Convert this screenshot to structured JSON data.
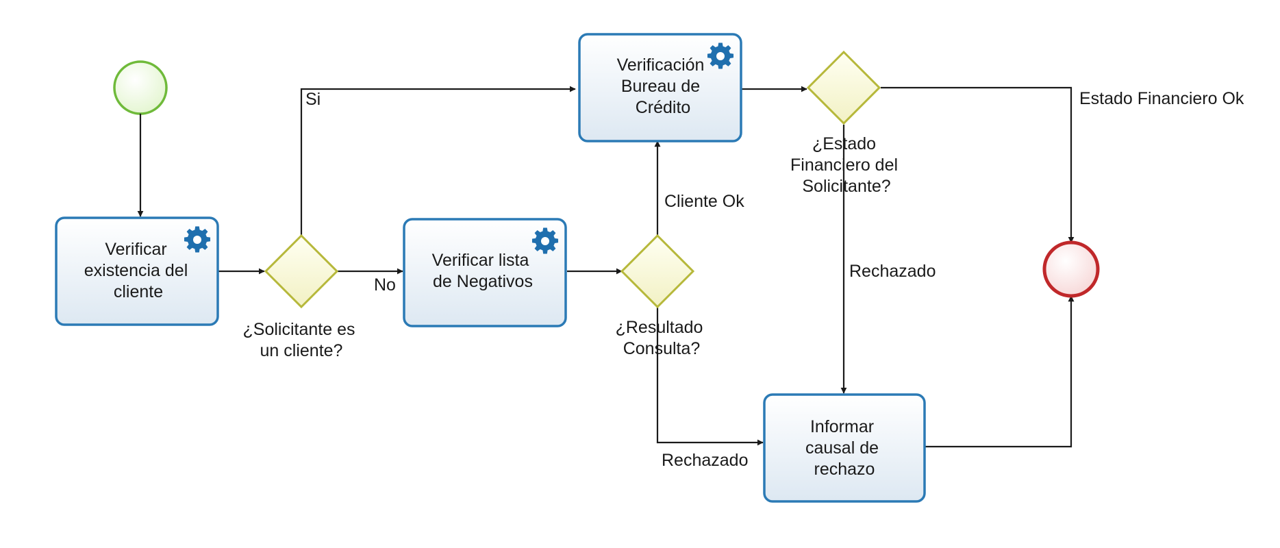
{
  "diagram": {
    "events": {
      "start": "start-event",
      "end": "end-event"
    },
    "tasks": {
      "verificar_cliente": [
        "Verificar",
        "existencia del",
        "cliente"
      ],
      "verificar_negativos": [
        "Verificar  lista",
        "de Negativos"
      ],
      "verificacion_bureau": [
        "Verificación",
        "Bureau de",
        "Crédito"
      ],
      "informar_rechazo": [
        "Informar",
        "causal de",
        "rechazo"
      ]
    },
    "gateways": {
      "solicitante": [
        "¿Solicitante es",
        "un cliente?"
      ],
      "resultado": [
        "¿Resultado",
        "Consulta?"
      ],
      "estado": [
        "¿Estado",
        "Financiero del",
        "Solicitante?"
      ]
    },
    "flows": {
      "si": "Si",
      "no": "No",
      "cliente_ok": "Cliente Ok",
      "rechazado_consulta": "Rechazado",
      "rechazado_estado": "Rechazado",
      "estado_ok": "Estado Financiero Ok"
    },
    "icons": {
      "service_task": "gear-icon"
    },
    "colors": {
      "task_border": "#2b7ab5",
      "gateway_border": "#b6b83a",
      "start_border": "#6fba3a",
      "end_border": "#c0282a",
      "gear": "#1f6fae"
    }
  }
}
